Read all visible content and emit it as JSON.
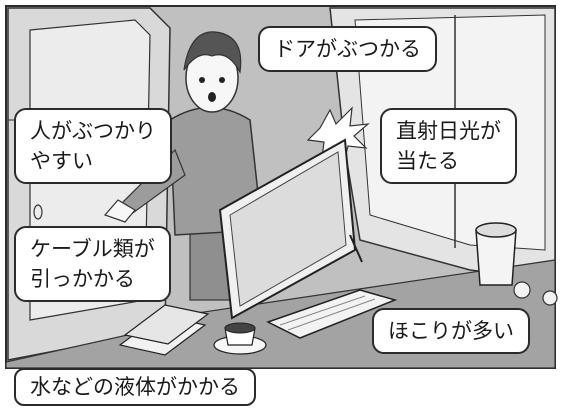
{
  "illustration": {
    "frame_color": "#333333",
    "wall_color": "#b8b8b8",
    "floor_color": "#a9a9a9",
    "desk_color": "#9a9a9a",
    "window_glass_color": "#e8e8e8",
    "icons": [
      "person-icon",
      "door-icon",
      "window-icon",
      "computer-icon",
      "keyboard-icon",
      "cup-icon",
      "books-icon",
      "trash-bin-icon",
      "dust-icon",
      "sunlight-burst-icon"
    ]
  },
  "labels": {
    "door": "ドアがぶつかる",
    "person": [
      "人がぶつかり",
      "やすい"
    ],
    "sunlight": [
      "直射日光が",
      "当たる"
    ],
    "cable": [
      "ケーブル類が",
      "引っかかる"
    ],
    "dust": "ほこりが多い",
    "liquid": "水などの液体がかかる"
  }
}
